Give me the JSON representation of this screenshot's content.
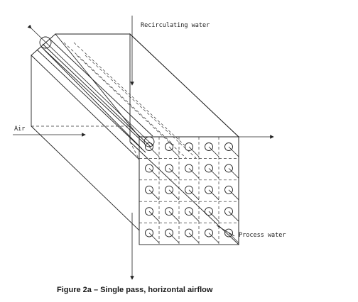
{
  "labels": {
    "recirculating_water": "Recirculating water",
    "air": "Air",
    "process_water": "Process water"
  },
  "caption": "Figure 2a – Single pass, horizontal airflow",
  "tube_grid": {
    "rows": 5,
    "cols": 5
  },
  "colors": {
    "line": "#222222",
    "background": "#ffffff"
  }
}
